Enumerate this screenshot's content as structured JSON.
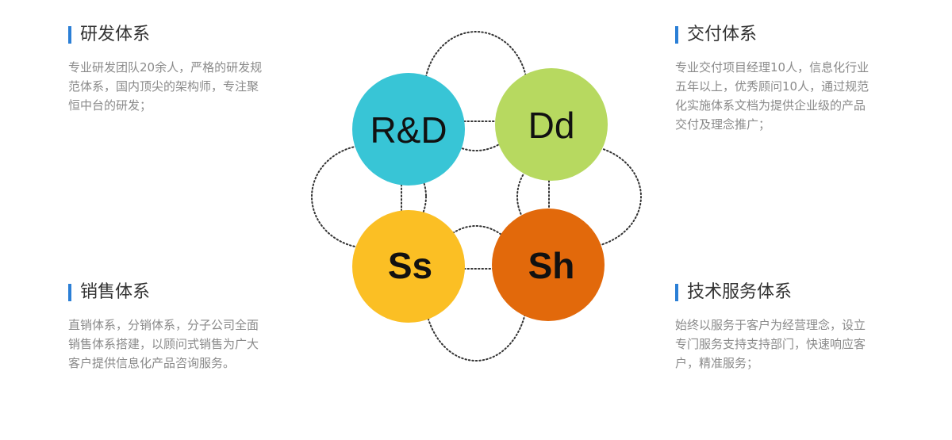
{
  "panels": {
    "rd": {
      "title": "研发体系",
      "description": "专业研发团队20余人，严格的研发规\n范体系，国内顶尖的架构师，专注聚\n恒中台的研发；"
    },
    "dd": {
      "title": "交付体系",
      "description": "专业交付项目经理10人，信息化行业\n五年以上，优秀顾问10人，通过规范\n化实施体系文档为提供企业级的产品\n交付及理念推广；"
    },
    "ss": {
      "title": "销售体系",
      "description": "直销体系，分销体系，分子公司全面\n销售体系搭建，以顾问式销售为广大\n客户提供信息化产品咨询服务。"
    },
    "sh": {
      "title": "技术服务体系",
      "description": "始终以服务于客户为经营理念，设立\n专门服务支持支持部门，快速响应客\n户，精准服务；"
    }
  },
  "circles": {
    "rd": {
      "label": "R&D",
      "color": "#38c5d6"
    },
    "dd": {
      "label": "Dd",
      "color": "#b7d960"
    },
    "ss": {
      "label": "Ss",
      "color": "#fbbf24"
    },
    "sh": {
      "label": "Sh",
      "color": "#e2690b"
    }
  },
  "accent_color": "#2b7fd6"
}
